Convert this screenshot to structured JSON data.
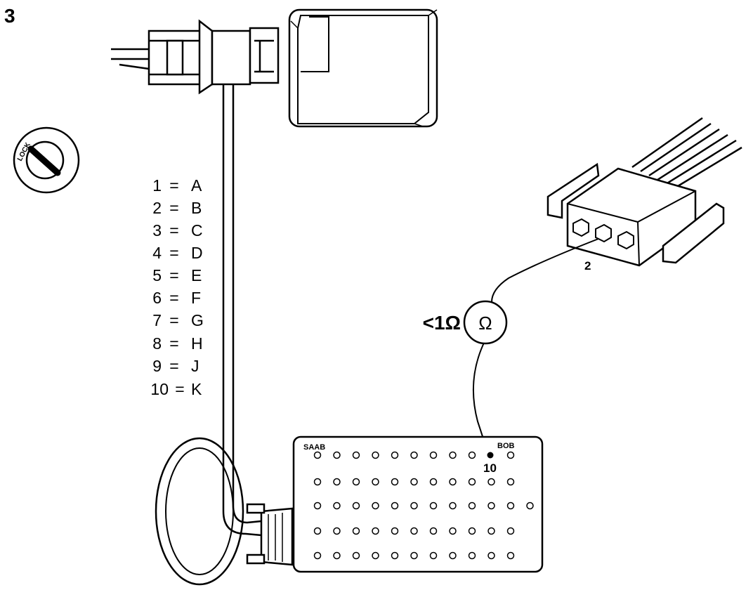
{
  "step_number": "3",
  "ignition_label": "LOCK",
  "pin_mapping": [
    {
      "pin": "1",
      "eq": "=",
      "letter": "A"
    },
    {
      "pin": "2",
      "eq": "=",
      "letter": "B"
    },
    {
      "pin": "3",
      "eq": "=",
      "letter": "C"
    },
    {
      "pin": "4",
      "eq": "=",
      "letter": "D"
    },
    {
      "pin": "5",
      "eq": "=",
      "letter": "E"
    },
    {
      "pin": "6",
      "eq": "=",
      "letter": "F"
    },
    {
      "pin": "7",
      "eq": "=",
      "letter": "G"
    },
    {
      "pin": "8",
      "eq": "=",
      "letter": "H"
    },
    {
      "pin": "9",
      "eq": "=",
      "letter": "J"
    },
    {
      "pin": "10",
      "eq": "=",
      "letter": "K"
    }
  ],
  "connector_pin_label": "2",
  "meter": {
    "reading": "<1Ω",
    "symbol": "Ω"
  },
  "breakout_box": {
    "left_label": "SAAB",
    "right_label": "BOB",
    "probe_pin_label": "10"
  }
}
